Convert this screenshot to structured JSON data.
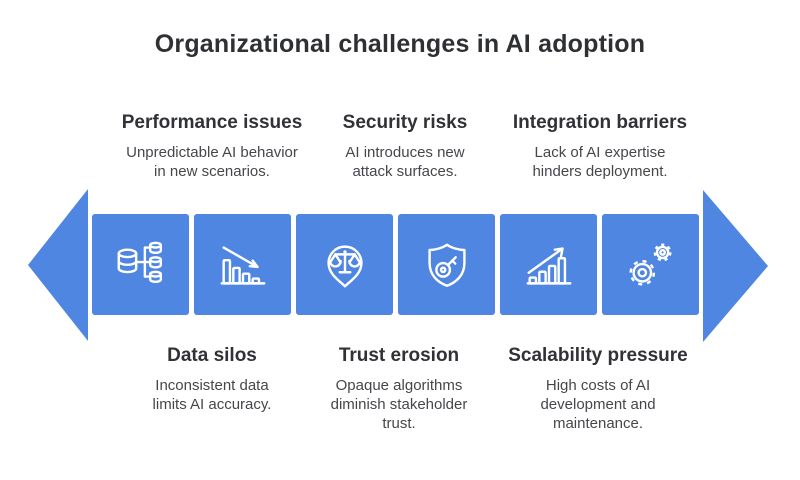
{
  "title": "Organizational challenges in AI adoption",
  "colors": {
    "accent": "#4E86E2",
    "icon_stroke": "#FFFFFF",
    "title_text": "#2E3033",
    "body_text": "#45474B",
    "background": "#FFFFFF"
  },
  "top_challenges": [
    {
      "heading": "Performance issues",
      "description": "Unpredictable AI behavior in new scenarios."
    },
    {
      "heading": "Security risks",
      "description": "AI introduces new attack surfaces."
    },
    {
      "heading": "Integration barriers",
      "description": "Lack of AI expertise hinders deployment."
    }
  ],
  "bottom_challenges": [
    {
      "heading": "Data silos",
      "description": "Inconsistent data limits AI accuracy."
    },
    {
      "heading": "Trust erosion",
      "description": "Opaque algorithms diminish stakeholder trust."
    },
    {
      "heading": "Scalability pressure",
      "description": "High costs of AI development and maintenance."
    }
  ],
  "band": {
    "icons": [
      {
        "name": "database-silos-icon"
      },
      {
        "name": "declining-chart-icon"
      },
      {
        "name": "scales-pin-icon"
      },
      {
        "name": "shield-key-icon"
      },
      {
        "name": "growth-chart-icon"
      },
      {
        "name": "gears-icon"
      }
    ]
  }
}
